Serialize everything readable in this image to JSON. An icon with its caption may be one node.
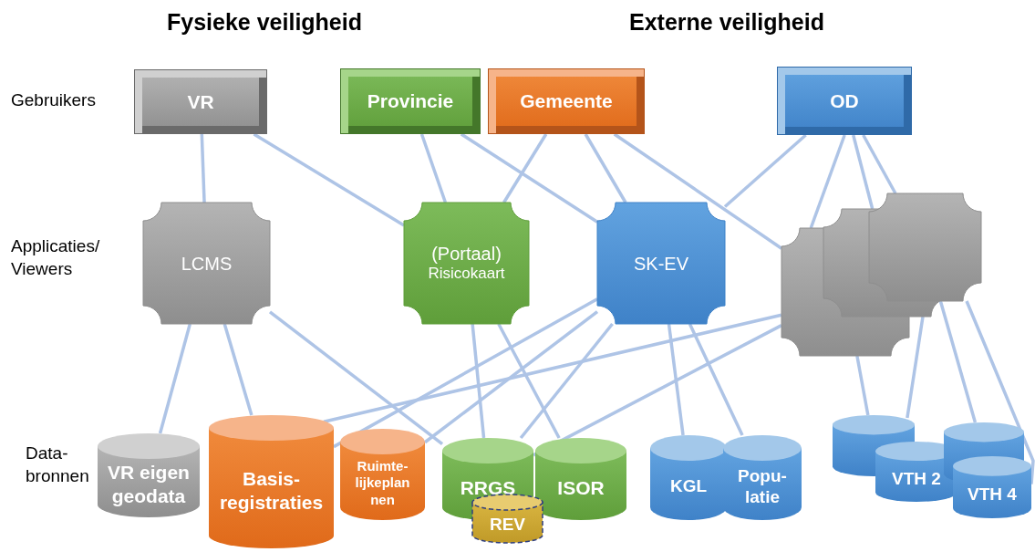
{
  "diagram": {
    "nodes": [
      {
        "text": [
          "VR"
        ]
      },
      {
        "text": [
          "Provincie"
        ]
      },
      {
        "text": [
          "Gemeente"
        ]
      },
      {
        "text": [
          "OD"
        ]
      },
      {
        "text": [
          "LCMS"
        ]
      },
      {
        "text": [
          "(Portaal)",
          "Risicokaart"
        ]
      },
      {
        "text": [
          "SK-EV"
        ]
      },
      {
        "text": [],
        "shape": "box"
      },
      {
        "text": [],
        "shape": "box"
      },
      {
        "text": [],
        "shape": "box"
      },
      {
        "text": [
          "VR eigen geodata"
        ]
      },
      {
        "text": [
          "Basis- registraties"
        ]
      },
      {
        "text": [
          "Ruimte- lijkeplan nen"
        ]
      },
      {
        "text": [
          "RRGS"
        ]
      },
      {
        "text": [
          "ISOR"
        ]
      },
      {
        "text": [
          "REV"
        ]
      },
      {
        "text": [
          "KGL"
        ]
      },
      {
        "text": [
          "Popu- latie"
        ]
      },
      {
        "text": [],
        "shape": "cylinder"
      },
      {
        "text": [
          "VTH 2"
        ]
      },
      {
        "text": [],
        "shape": "cylinder"
      },
      {
        "text": [
          "VTH 4"
        ]
      }
    ],
    "edges": [
      {
        "from": 0,
        "to": 4,
        "arrow": "none"
      },
      {
        "from": 0,
        "to": 5,
        "arrow": "none"
      },
      {
        "from": 1,
        "to": 5,
        "arrow": "none"
      },
      {
        "from": 1,
        "to": 6,
        "arrow": "none"
      },
      {
        "from": 2,
        "to": 5,
        "arrow": "none"
      },
      {
        "from": 2,
        "to": 6,
        "arrow": "none"
      },
      {
        "from": 2,
        "to": 7,
        "arrow": "none"
      },
      {
        "from": 3,
        "to": 6,
        "arrow": "none"
      },
      {
        "from": 3,
        "to": 7,
        "arrow": "none"
      },
      {
        "from": 3,
        "to": 8,
        "arrow": "none"
      },
      {
        "from": 3,
        "to": 9,
        "arrow": "none"
      },
      {
        "from": 4,
        "to": 10,
        "arrow": "none"
      },
      {
        "from": 4,
        "to": 11,
        "arrow": "none"
      },
      {
        "from": 4,
        "to": 13,
        "arrow": "none"
      },
      {
        "from": 5,
        "to": 13,
        "arrow": "none"
      },
      {
        "from": 5,
        "to": 14,
        "arrow": "none"
      },
      {
        "from": 6,
        "to": 11,
        "arrow": "none"
      },
      {
        "from": 6,
        "to": 12,
        "arrow": "none"
      },
      {
        "from": 6,
        "to": 13,
        "arrow": "none"
      },
      {
        "from": 6,
        "to": 16,
        "arrow": "none"
      },
      {
        "from": 6,
        "to": 17,
        "arrow": "none"
      },
      {
        "from": 7,
        "to": 11,
        "arrow": "none"
      },
      {
        "from": 7,
        "to": 13,
        "arrow": "none"
      },
      {
        "from": 7,
        "to": 18,
        "arrow": "none"
      },
      {
        "from": 8,
        "to": 18,
        "arrow": "none"
      },
      {
        "from": 9,
        "to": 20,
        "arrow": "none"
      },
      {
        "from": 9,
        "to": 21,
        "arrow": "none"
      }
    ],
    "labels": [
      "Fysieke veiligheid",
      "Externe veiligheid",
      "Gebruikers",
      "Applicaties/ Viewers",
      "Data- bronnen"
    ]
  }
}
